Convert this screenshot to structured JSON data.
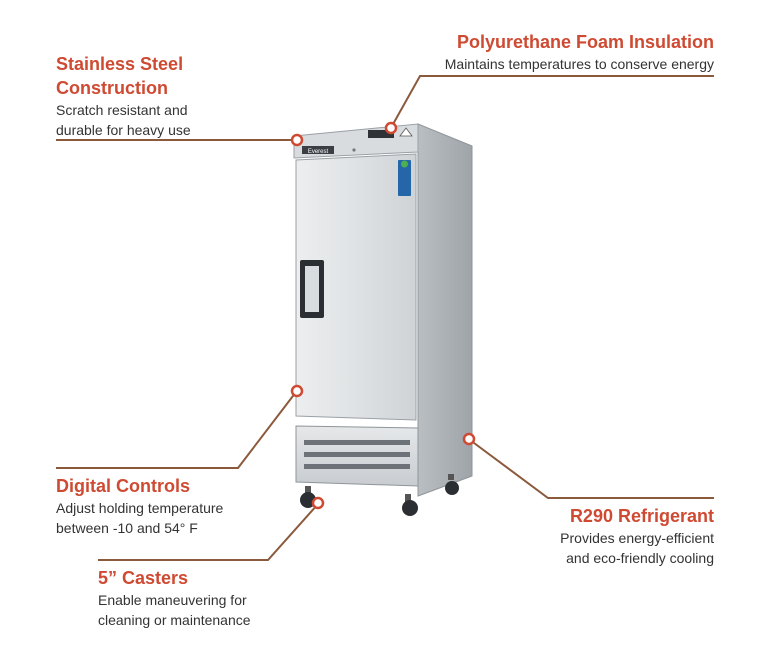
{
  "theme": {
    "accent": "#cf4a32",
    "leader": "#8b5a3c",
    "steel": "#d6d9db"
  },
  "callouts": {
    "stainless": {
      "title_line1": "Stainless Steel",
      "title_line2": "Construction",
      "desc_line1": "Scratch resistant and",
      "desc_line2": "durable for heavy use"
    },
    "insulation": {
      "title": "Polyurethane Foam Insulation",
      "desc": "Maintains temperatures to conserve energy"
    },
    "controls": {
      "title": "Digital Controls",
      "desc_line1": "Adjust holding temperature",
      "desc_line2": "between -10 and 54° F"
    },
    "casters": {
      "title": "5” Casters",
      "desc_line1": "Enable maneuvering for",
      "desc_line2": "cleaning or maintenance"
    },
    "refrigerant": {
      "title": "R290 Refrigerant",
      "desc_line1": "Provides energy-efficient",
      "desc_line2": "and eco-friendly cooling"
    }
  },
  "product": {
    "brand_badge": "Everest"
  }
}
